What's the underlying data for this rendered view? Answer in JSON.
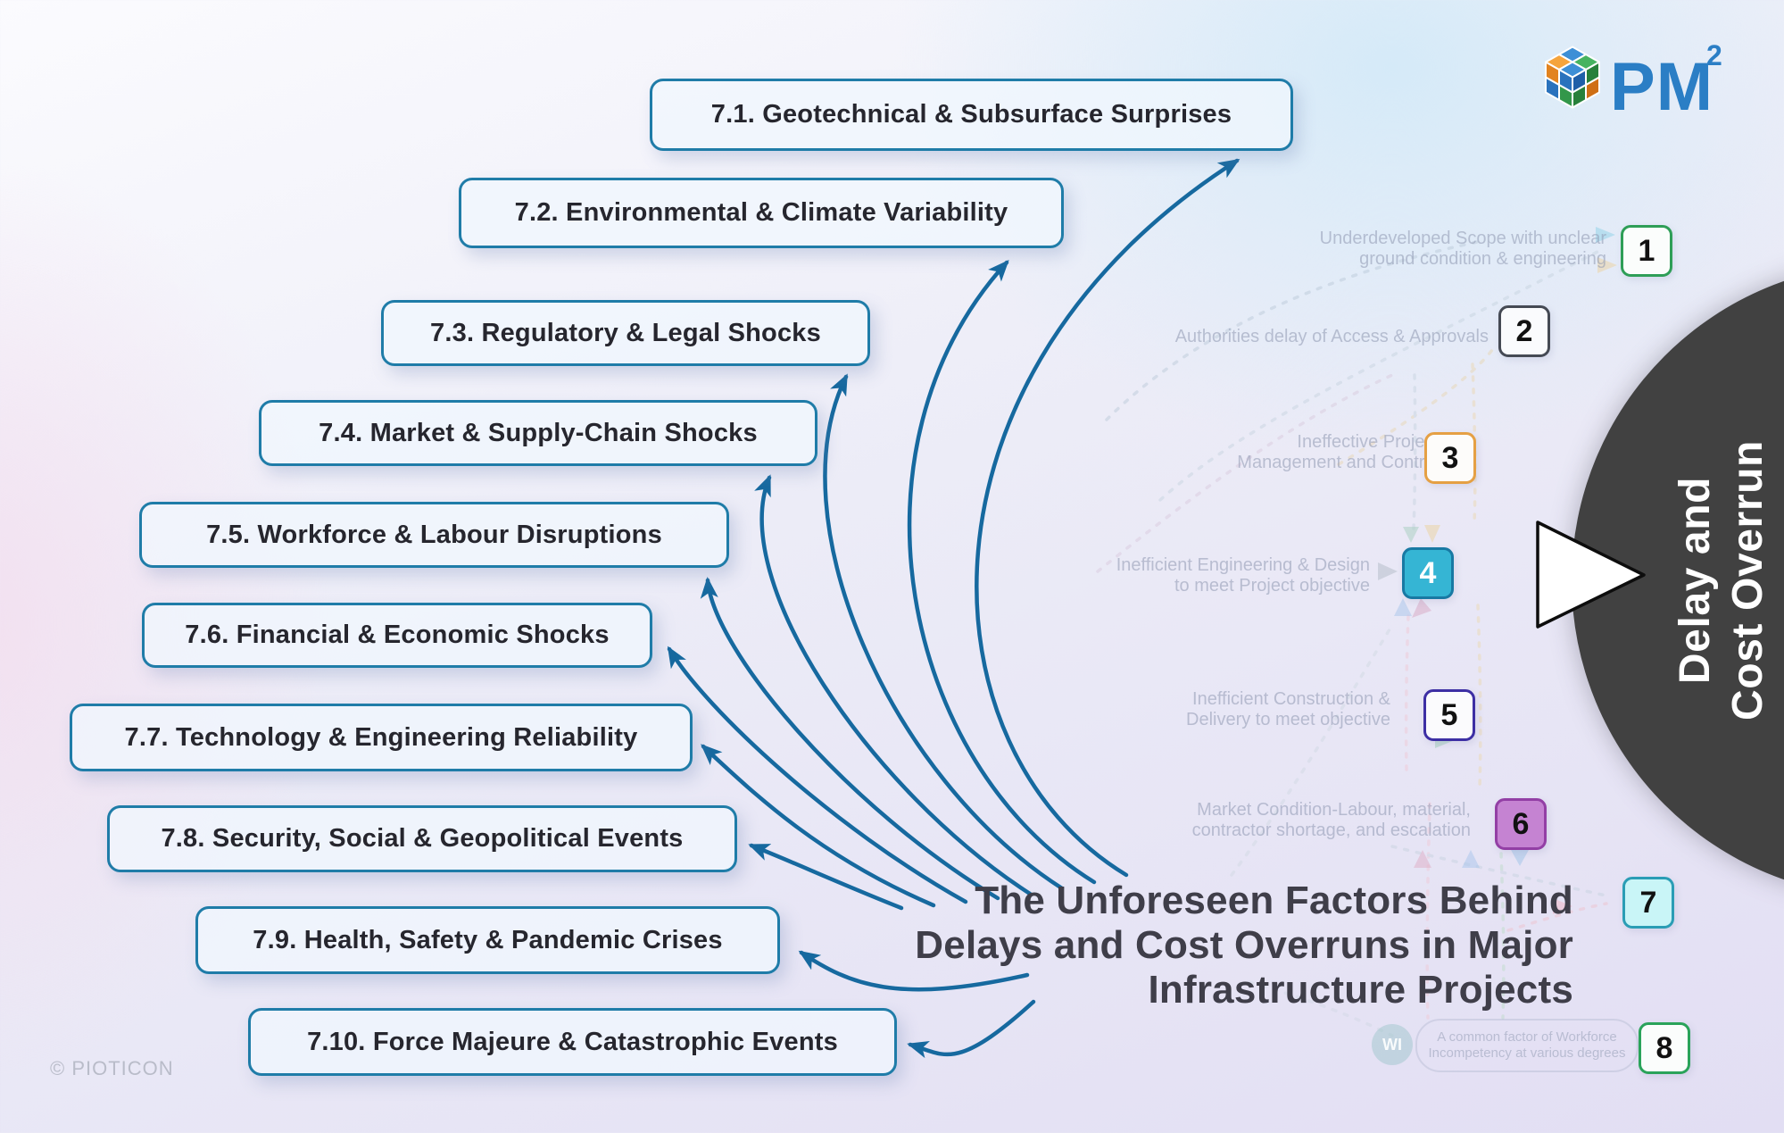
{
  "title": {
    "line1": "The Unforeseen Factors Behind",
    "line2": "Delays and Cost Overruns in Major",
    "line3": "Infrastructure Projects"
  },
  "copyright": "© PIOTICON",
  "logo": {
    "text": "PM",
    "superscript": "2"
  },
  "outcome": {
    "line1": "Delay and",
    "line2": "Cost Overrun"
  },
  "factors": [
    {
      "label": "7.1. Geotechnical & Subsurface Surprises"
    },
    {
      "label": "7.2. Environmental & Climate Variability"
    },
    {
      "label": "7.3. Regulatory & Legal Shocks"
    },
    {
      "label": "7.4. Market & Supply-Chain Shocks"
    },
    {
      "label": "7.5.  Workforce & Labour Disruptions"
    },
    {
      "label": "7.6. Financial & Economic Shocks"
    },
    {
      "label": "7.7. Technology & Engineering Reliability"
    },
    {
      "label": "7.8. Security, Social & Geopolitical Events"
    },
    {
      "label": "7.9. Health, Safety & Pandemic Crises"
    },
    {
      "label": "7.10. Force Majeure & Catastrophic Events"
    }
  ],
  "flow": {
    "items": [
      {
        "number": "1",
        "line1": "Underdeveloped Scope with unclear",
        "line2": "ground condition & engineering",
        "border": "#2e9e57",
        "fill": "#fbfdfc",
        "text_color": "#111111"
      },
      {
        "number": "2",
        "line1": "Authorities delay of Access & Approvals",
        "line2": "",
        "border": "#454a54",
        "fill": "#fafbfd",
        "text_color": "#111111"
      },
      {
        "number": "3",
        "line1": "Ineffective Project",
        "line2": "Management and Control",
        "border": "#e5a044",
        "fill": "#fdfcfa",
        "text_color": "#111111"
      },
      {
        "number": "4",
        "line1": "Inefficient Engineering & Design",
        "line2": "to meet Project objective",
        "border": "#1879a3",
        "fill": "#35b5d4",
        "text_color": "#ffffff"
      },
      {
        "number": "5",
        "line1": "Inefficient Construction &",
        "line2": "Delivery to meet objective",
        "border": "#3d2fa4",
        "fill": "#fbfbfd",
        "text_color": "#111111"
      },
      {
        "number": "6",
        "line1": "Market Condition-Labour, material,",
        "line2": "contractor shortage, and escalation",
        "border": "#933fa5",
        "fill": "#c583d2",
        "text_color": "#111111"
      },
      {
        "number": "7",
        "line1": "",
        "line2": "",
        "border": "#2a9db5",
        "fill": "#c9f5f7",
        "text_color": "#111111"
      },
      {
        "number": "8",
        "line1": "A common factor of Workforce",
        "line2": "Incompetency at various degrees",
        "border": "#2aa35a",
        "fill": "#fbfdfc",
        "text_color": "#111111",
        "badge": "WI"
      }
    ]
  },
  "colors": {
    "arrow": "#16699f",
    "factor_border": "#1f7ca8",
    "outcome_circle": "#414141",
    "title_text": "#3f3e49",
    "logo_blue": "#2b7ec5"
  }
}
